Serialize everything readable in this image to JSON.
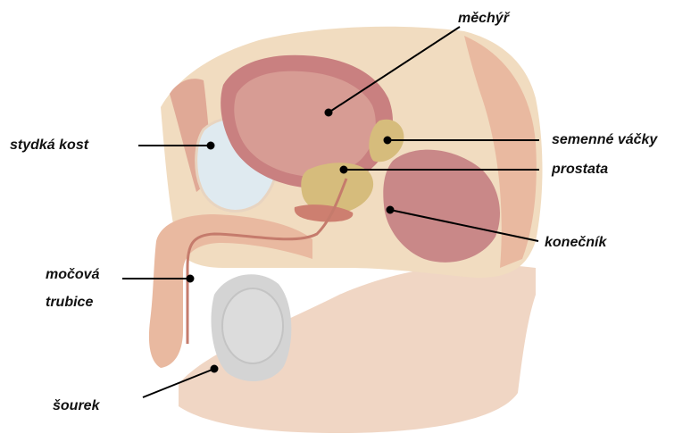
{
  "labels": {
    "bladder": "měchýř",
    "pubic_bone": "stydká kost",
    "seminal_vesicles": "semenné váčky",
    "prostate": "prostata",
    "rectum": "konečník",
    "urethra_line1": "močová",
    "urethra_line2": "trubice",
    "scrotum": "šourek"
  },
  "colors": {
    "skin": "#ecc6ac",
    "skin_dark": "#d99f86",
    "tissue": "#f1dcc0",
    "bone": "#dfeaf0",
    "bladder": "#c98080",
    "bladder_inner": "#d79c94",
    "prostate": "#d6bc7c",
    "rectum": "#c98888",
    "pointer": "#000000"
  }
}
